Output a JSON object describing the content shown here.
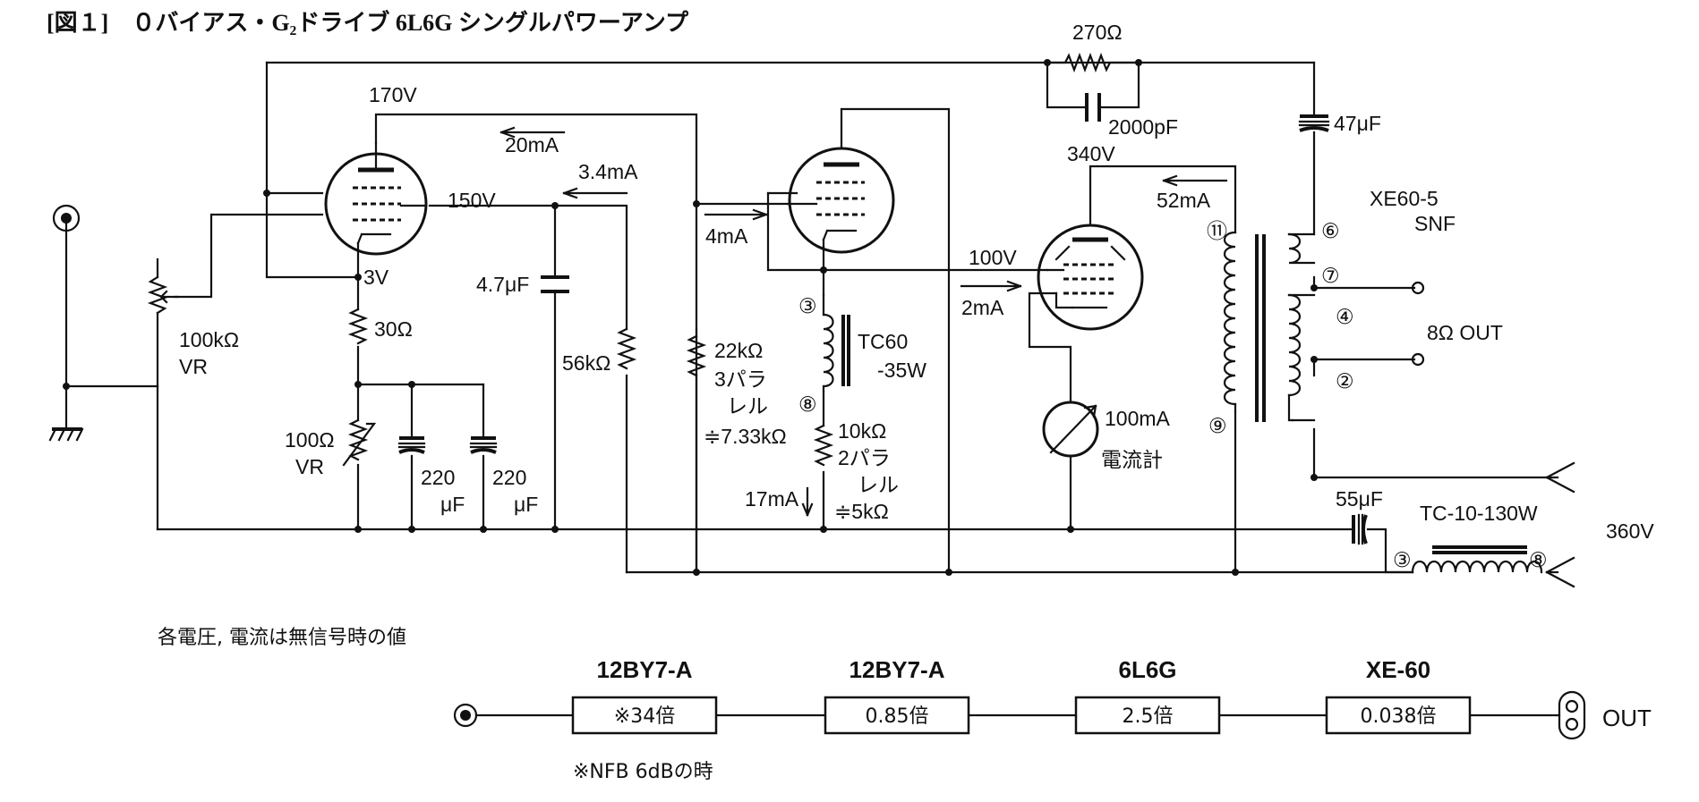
{
  "title": "[図１]　０バイアス・G₂ドライブ 6L6G シングルパワーアンプ",
  "note": "各電圧, 電流は無信号時の値",
  "nfb_note": "※NFB 6dBの時",
  "labels": {
    "v170": "170V",
    "v150": "150V",
    "v3": "3V",
    "ma20": "20mA",
    "ma34": "3.4mA",
    "ma4": "4mA",
    "r270": "270Ω",
    "c2000": "2000pF",
    "c47top": "47μF",
    "v340": "340V",
    "ma52": "52mA",
    "xe605": "XE60-5",
    "snf": "SNF",
    "v100": "100V",
    "ma2": "2mA",
    "c47cap": "4.7μF",
    "vr100k": "100kΩ",
    "vr": "VR",
    "r30": "30Ω",
    "r56k": "56kΩ",
    "r22k": "22kΩ",
    "para3": "3パラ",
    "reru1": "レル",
    "r733": "≑7.33kΩ",
    "tc60": "TC60",
    "w35": "-35W",
    "r10k": "10kΩ",
    "para2": "2パラ",
    "reru2": "レル",
    "r5k": "≑5kΩ",
    "ma17": "17mA",
    "vr100": "100Ω",
    "vr2": "VR",
    "c220a": "220",
    "uf_a": "μF",
    "c220b": "220",
    "uf_b": "μF",
    "meter": "100mA",
    "meter2": "電流計",
    "pin11": "⑪",
    "pin9": "⑨",
    "pin6": "⑥",
    "pin7": "⑦",
    "pin4": "④",
    "pin2": "②",
    "pin3": "③",
    "pin8": "⑧",
    "out8": "8Ω OUT",
    "c55": "55μF",
    "tc10": "TC-10-130W",
    "v360": "360V",
    "chk3": "③",
    "chk8": "⑧"
  },
  "blocks": [
    {
      "name": "12BY7-A",
      "gain": "※34倍"
    },
    {
      "name": "12BY7-A",
      "gain": "0.85倍"
    },
    {
      "name": "6L6G",
      "gain": "2.5倍"
    },
    {
      "name": "XE-60",
      "gain": "0.038倍"
    }
  ],
  "out_label": "OUT"
}
